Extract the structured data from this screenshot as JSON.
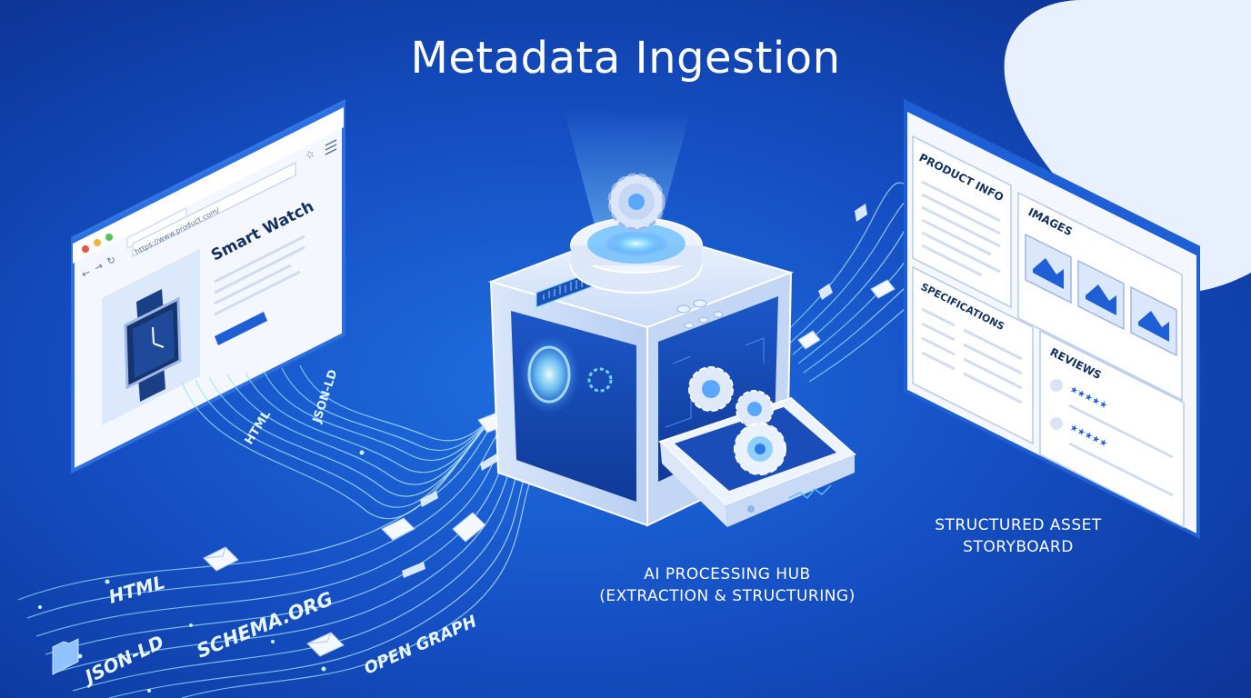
{
  "title": "Metadata Ingestion",
  "browser": {
    "url": "https://www.product.com/",
    "product_title": "Smart Watch"
  },
  "stream_labels": {
    "upper": [
      "HTML",
      "JSON-LD"
    ],
    "lower": [
      "HTML",
      "JSON-LD",
      "SCHEMA.ORG",
      "OPEN GRAPH"
    ]
  },
  "hub": {
    "caption_line1": "AI PROCESSING HUB",
    "caption_line2": "(EXTRACTION & STRUCTURING)"
  },
  "storyboard": {
    "sections": {
      "product_info": "PRODUCT INFO",
      "images": "IMAGES",
      "specifications": "SPECIFICATIONS",
      "reviews": "REVIEWS"
    },
    "caption_line1": "STRUCTURED ASSET",
    "caption_line2": "STORYBOARD"
  },
  "colors": {
    "background": "#1550c4",
    "panel": "#f2f6fd",
    "accent": "#1e5fd6",
    "glow": "#6fd3ff",
    "text_dark": "#14305e"
  }
}
